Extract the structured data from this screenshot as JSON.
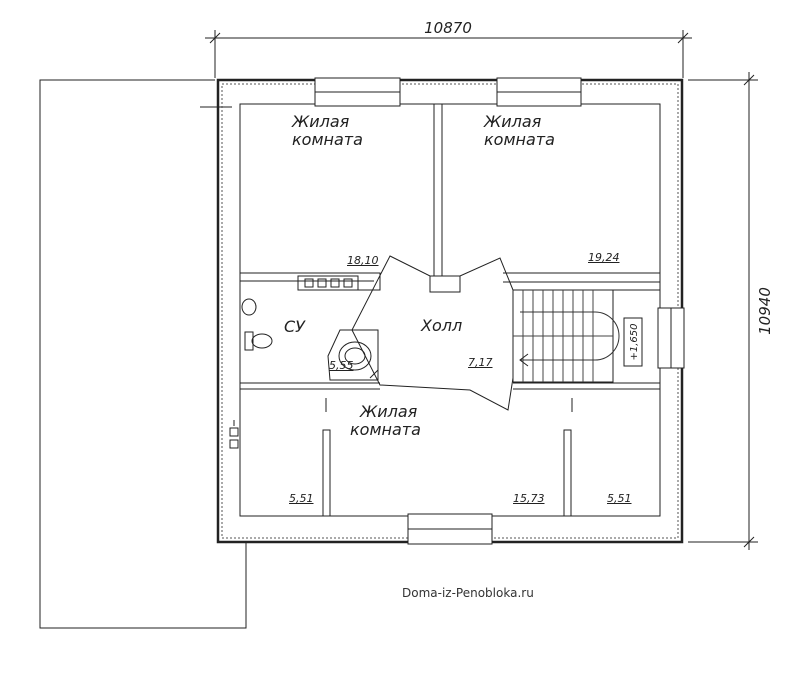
{
  "plan": {
    "dimensions": {
      "width": "10870",
      "height": "10940"
    },
    "rooms": [
      {
        "id": "living-1",
        "name_line1": "Жилая",
        "name_line2": "комната",
        "area": "18,10"
      },
      {
        "id": "living-2",
        "name_line1": "Жилая",
        "name_line2": "комната",
        "area": "19,24"
      },
      {
        "id": "bath",
        "name": "СУ",
        "area": "5,55"
      },
      {
        "id": "hall",
        "name": "Холл",
        "area": "7,17"
      },
      {
        "id": "living-3",
        "name_line1": "Жилая",
        "name_line2": "комната",
        "area": "15,73"
      },
      {
        "id": "closet-left",
        "area": "5,51"
      },
      {
        "id": "closet-right",
        "area": "5,51"
      }
    ],
    "level_mark": "+1,650"
  },
  "credit": "Doma-iz-Penobloka.ru"
}
